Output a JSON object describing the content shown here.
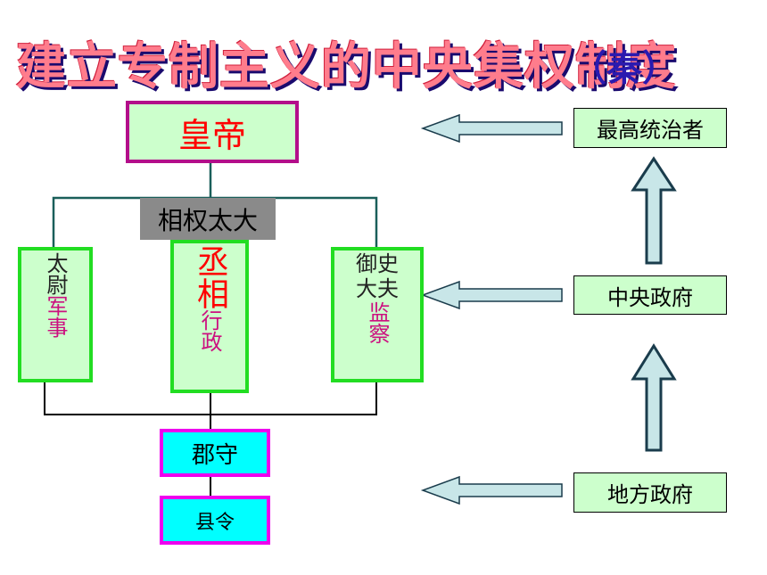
{
  "title": {
    "main": "建立专制主义的中央集权制度",
    "dynasty": "（秦）"
  },
  "nodes": {
    "emperor": "皇帝",
    "xiangquan": "相权太大",
    "taiwei": {
      "name": "太尉",
      "duty": "军事"
    },
    "chengxiang": {
      "name": "丞相",
      "duty": "行政"
    },
    "yushidafu": {
      "name": "御史大夫",
      "duty": "监察"
    },
    "junshou": "郡守",
    "xianling": "县令"
  },
  "levels": {
    "top": "最高统治者",
    "central": "中央政府",
    "local": "地方政府"
  },
  "colors": {
    "arrow_fill": "#c8e6e8",
    "line": "#1a5f5a",
    "title_fill": "#ff7c8c",
    "dynasty": "#2a1ab0"
  }
}
